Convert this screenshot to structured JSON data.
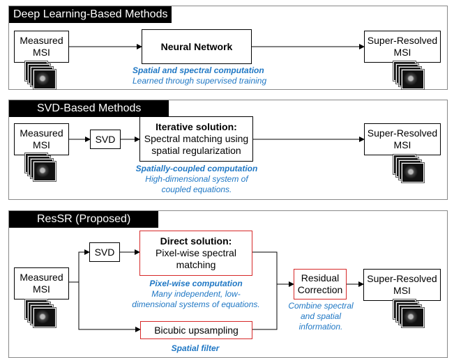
{
  "panel1": {
    "title": "Deep Learning-Based Methods",
    "input": [
      "Measured",
      "MSI"
    ],
    "network": "Neural Network",
    "output": [
      "Super-Resolved",
      "MSI"
    ],
    "caption_bold": "Spatial and spectral computation",
    "caption": "Learned through supervised training"
  },
  "panel2": {
    "title": "SVD-Based Methods",
    "input": [
      "Measured",
      "MSI"
    ],
    "svd": "SVD",
    "solver": [
      "Iterative solution:",
      "Spectral matching using",
      "spatial regularization"
    ],
    "output": [
      "Super-Resolved",
      "MSI"
    ],
    "caption_bold": "Spatially-coupled computation",
    "caption": [
      "High-dimensional system of",
      "coupled equations."
    ]
  },
  "panel3": {
    "title": "ResSR (Proposed)",
    "input": [
      "Measured",
      "MSI"
    ],
    "svd": "SVD",
    "solver": [
      "Direct solution:",
      "Pixel-wise spectral",
      "matching"
    ],
    "solver_caption_bold": "Pixel-wise computation",
    "solver_caption": [
      "Many independent, low-",
      "dimensional systems of equations."
    ],
    "bicubic": "Bicubic upsampling",
    "bicubic_caption_bold": "Spatial filter",
    "residual": [
      "Residual",
      "Correction"
    ],
    "residual_caption": [
      "Combine spectral",
      "and spatial",
      "information."
    ],
    "output": [
      "Super-Resolved",
      "MSI"
    ]
  },
  "colors": {
    "caption": "#1f77c4",
    "highlight_border": "#d62828",
    "title_bg": "#000000"
  }
}
